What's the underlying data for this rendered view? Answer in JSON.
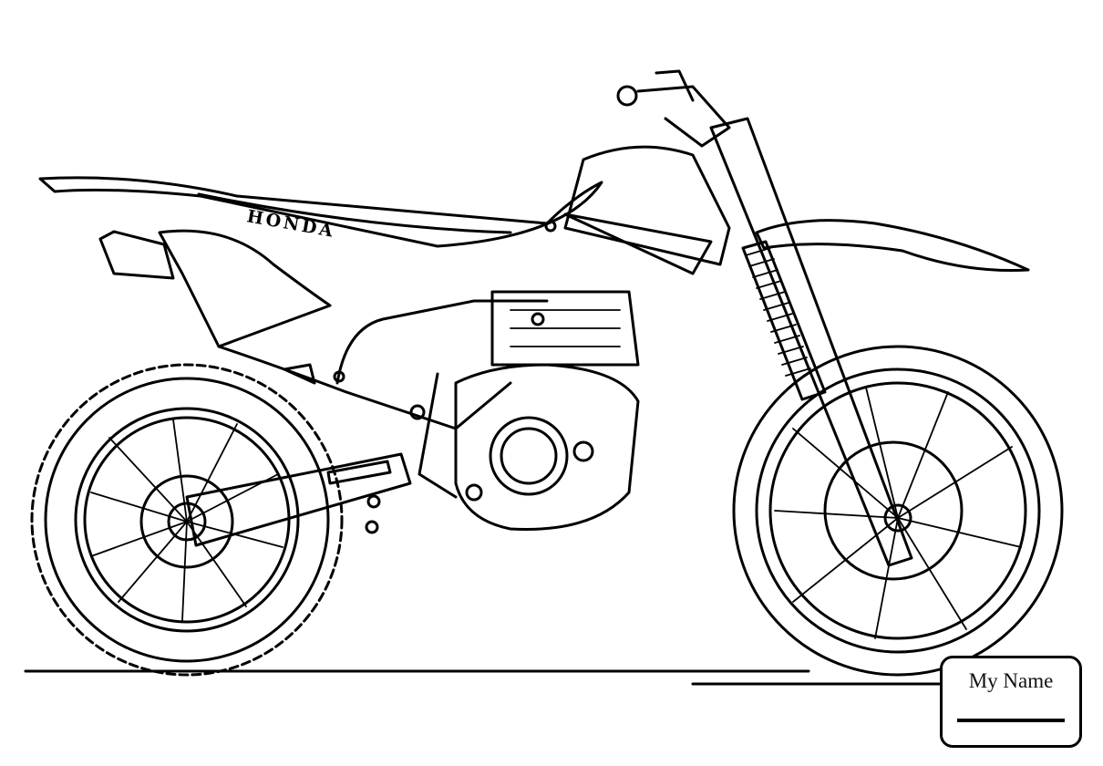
{
  "image": {
    "subject": "Coloring page of a Honda dirt bike (line art)",
    "brand_text": "HONDA",
    "name_box": {
      "label": "My Name"
    },
    "colors": {
      "line": "#000000",
      "background": "#ffffff"
    }
  }
}
